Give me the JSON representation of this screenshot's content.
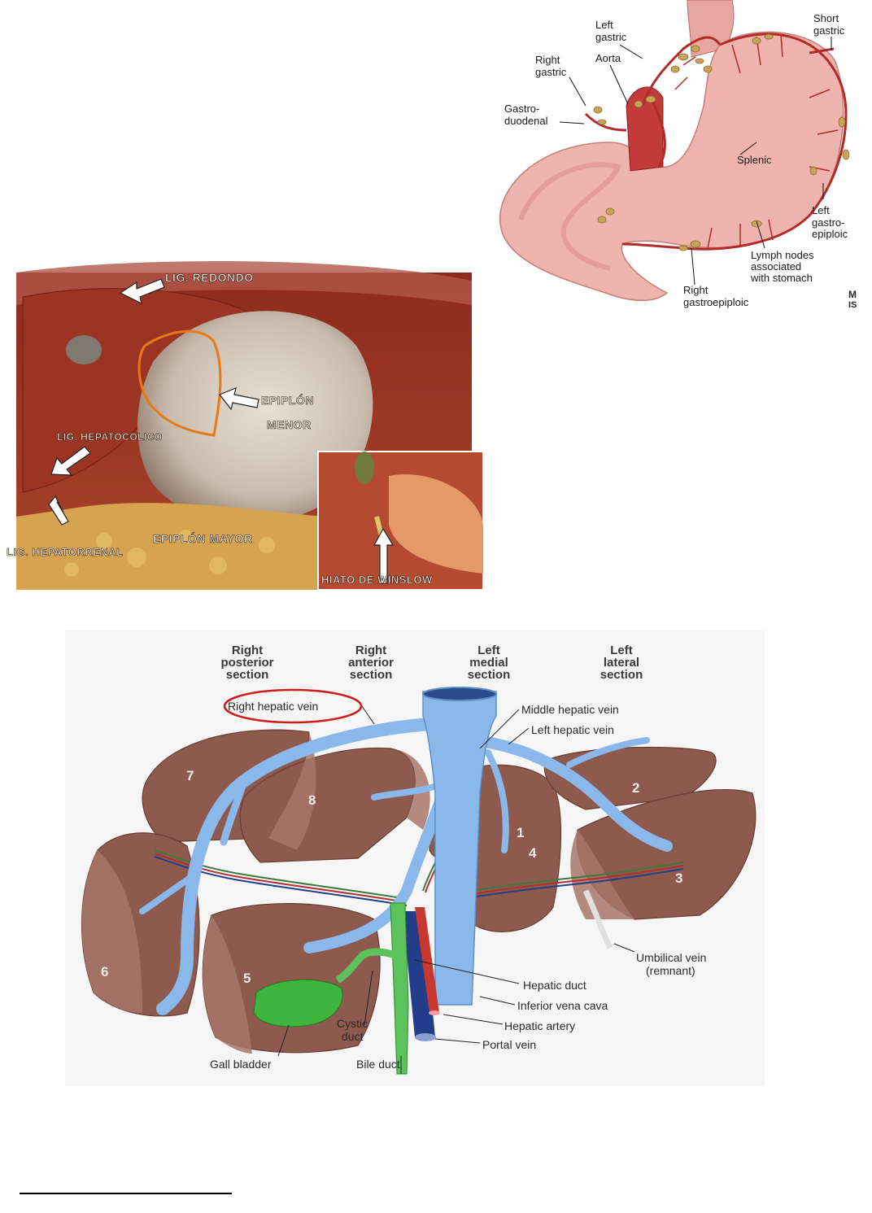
{
  "stomach": {
    "labels": {
      "left_gastric": [
        "Left",
        "gastric"
      ],
      "short_gastric": [
        "Short",
        "gastric"
      ],
      "right_gastric": [
        "Right",
        "gastric"
      ],
      "aorta": "Aorta",
      "gastroduodenal": [
        "Gastro-",
        "duodenal"
      ],
      "splenic": "Splenic",
      "left_gastroepiploic": [
        "Left",
        "gastro-",
        "epiploic"
      ],
      "lymph_nodes": [
        "Lymph nodes",
        "associated",
        "with stomach"
      ],
      "right_gastroepiploic": [
        "Right",
        "gastroepiploic"
      ],
      "logo": [
        "M",
        "IS"
      ]
    }
  },
  "peritoneum": {
    "labels": {
      "lig_redondo": "LIG. REDONDO",
      "epiplon_menor": [
        "EPIPLÓN",
        "MENOR"
      ],
      "lig_hepatocolico": "LIG. HEPATOCÓLICO",
      "lig_hepatorrenal": "LIG. HEPATORRENAL",
      "epiplon_mayor": "EPIPLÓN MAYOR",
      "hiato_winslow": "HIATO DE WINSLOW"
    }
  },
  "liver": {
    "sections": [
      [
        "Right",
        "posterior",
        "section"
      ],
      [
        "Right",
        "anterior",
        "section"
      ],
      [
        "Left",
        "medial",
        "section"
      ],
      [
        "Left",
        "lateral",
        "section"
      ]
    ],
    "labels": {
      "right_hepatic_vein": "Right hepatic vein",
      "middle_hepatic_vein": "Middle hepatic vein",
      "left_hepatic_vein": "Left hepatic vein",
      "umbilical_vein": [
        "Umbilical vein",
        "(remnant)"
      ],
      "hepatic_duct": "Hepatic duct",
      "inferior_vena_cava": "Inferior vena cava",
      "hepatic_artery": "Hepatic artery",
      "portal_vein": "Portal vein",
      "bile_duct": "Bile duct",
      "cystic_duct": [
        "Cystic",
        "duct"
      ],
      "gall_bladder": "Gall bladder"
    },
    "segments": [
      "1",
      "2",
      "3",
      "4",
      "5",
      "6",
      "7",
      "8"
    ]
  }
}
